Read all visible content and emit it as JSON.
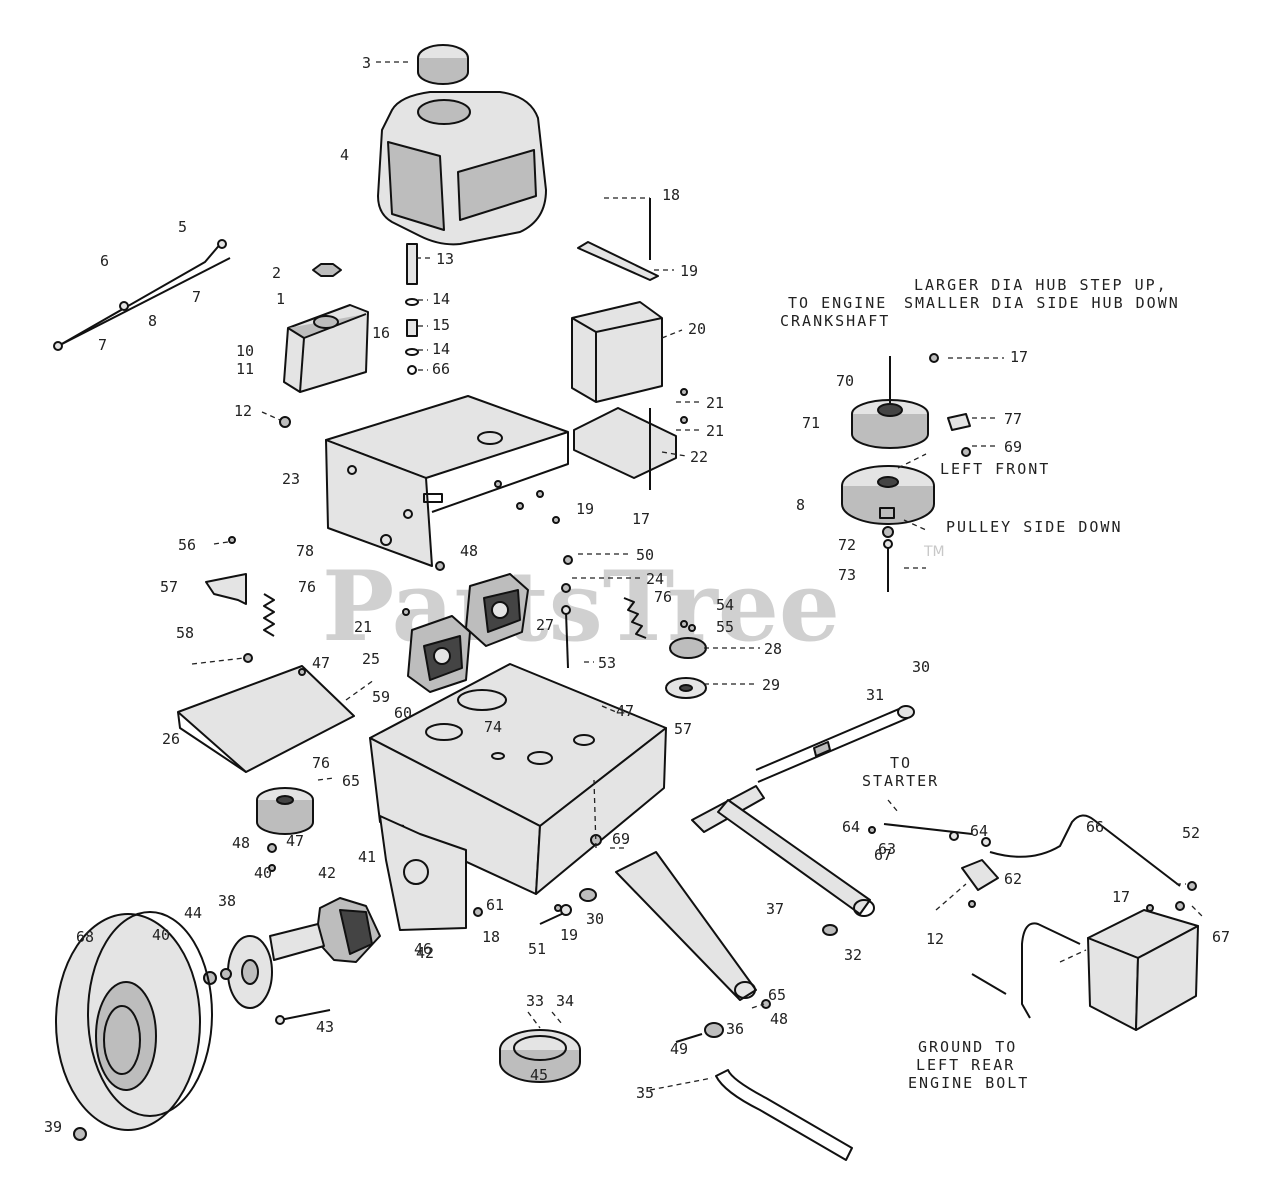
{
  "watermark": {
    "text": "PartsTree",
    "tm": "TM"
  },
  "notes": [
    {
      "id": "engine-crankshaft",
      "lines": [
        "TO ENGINE",
        "CRANKSHAFT"
      ]
    },
    {
      "id": "hub-note",
      "lines": [
        "LARGER DIA HUB STEP UP,",
        "SMALLER DIA SIDE HUB DOWN"
      ]
    },
    {
      "id": "left-front",
      "lines": [
        "LEFT FRONT"
      ]
    },
    {
      "id": "pulley-side-down",
      "lines": [
        "PULLEY SIDE DOWN"
      ]
    },
    {
      "id": "to-starter",
      "lines": [
        "TO",
        "STARTER"
      ]
    },
    {
      "id": "ground",
      "lines": [
        "GROUND TO",
        "LEFT REAR",
        "ENGINE BOLT"
      ]
    }
  ],
  "callouts": [
    {
      "n": "3"
    },
    {
      "n": "4"
    },
    {
      "n": "5"
    },
    {
      "n": "6"
    },
    {
      "n": "7"
    },
    {
      "n": "8"
    },
    {
      "n": "7"
    },
    {
      "n": "2"
    },
    {
      "n": "1"
    },
    {
      "n": "10"
    },
    {
      "n": "11"
    },
    {
      "n": "16"
    },
    {
      "n": "13"
    },
    {
      "n": "14"
    },
    {
      "n": "15"
    },
    {
      "n": "14"
    },
    {
      "n": "66"
    },
    {
      "n": "12"
    },
    {
      "n": "18"
    },
    {
      "n": "19"
    },
    {
      "n": "20"
    },
    {
      "n": "21"
    },
    {
      "n": "21"
    },
    {
      "n": "22"
    },
    {
      "n": "17"
    },
    {
      "n": "23"
    },
    {
      "n": "19"
    },
    {
      "n": "70"
    },
    {
      "n": "71"
    },
    {
      "n": "17"
    },
    {
      "n": "77"
    },
    {
      "n": "69"
    },
    {
      "n": "8"
    },
    {
      "n": "72"
    },
    {
      "n": "73"
    },
    {
      "n": "56"
    },
    {
      "n": "78"
    },
    {
      "n": "57"
    },
    {
      "n": "76"
    },
    {
      "n": "48"
    },
    {
      "n": "50"
    },
    {
      "n": "24"
    },
    {
      "n": "76"
    },
    {
      "n": "27"
    },
    {
      "n": "54"
    },
    {
      "n": "55"
    },
    {
      "n": "28"
    },
    {
      "n": "58"
    },
    {
      "n": "47"
    },
    {
      "n": "21"
    },
    {
      "n": "25"
    },
    {
      "n": "53"
    },
    {
      "n": "29"
    },
    {
      "n": "59"
    },
    {
      "n": "60"
    },
    {
      "n": "26"
    },
    {
      "n": "74"
    },
    {
      "n": "47"
    },
    {
      "n": "57"
    },
    {
      "n": "30"
    },
    {
      "n": "31"
    },
    {
      "n": "76"
    },
    {
      "n": "65"
    },
    {
      "n": "48"
    },
    {
      "n": "47"
    },
    {
      "n": "69"
    },
    {
      "n": "41"
    },
    {
      "n": "64"
    },
    {
      "n": "63"
    },
    {
      "n": "64"
    },
    {
      "n": "66"
    },
    {
      "n": "52"
    },
    {
      "n": "67"
    },
    {
      "n": "62"
    },
    {
      "n": "12"
    },
    {
      "n": "17"
    },
    {
      "n": "67"
    },
    {
      "n": "40"
    },
    {
      "n": "42"
    },
    {
      "n": "68"
    },
    {
      "n": "38"
    },
    {
      "n": "44"
    },
    {
      "n": "40"
    },
    {
      "n": "43"
    },
    {
      "n": "46"
    },
    {
      "n": "61"
    },
    {
      "n": "18"
    },
    {
      "n": "51"
    },
    {
      "n": "19"
    },
    {
      "n": "30"
    },
    {
      "n": "37"
    },
    {
      "n": "32"
    },
    {
      "n": "42"
    },
    {
      "n": "65"
    },
    {
      "n": "33"
    },
    {
      "n": "34"
    },
    {
      "n": "45"
    },
    {
      "n": "49"
    },
    {
      "n": "36"
    },
    {
      "n": "48"
    },
    {
      "n": "39"
    },
    {
      "n": "35"
    }
  ]
}
